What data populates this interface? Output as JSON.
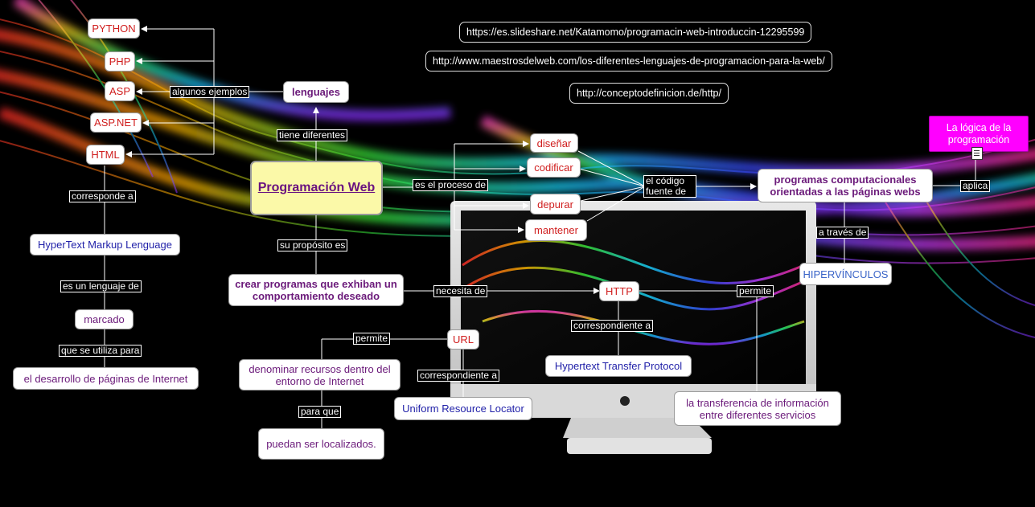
{
  "nodes": {
    "main": "Programación Web",
    "lenguajes": "lenguajes",
    "python": "PYTHON",
    "php": "PHP",
    "asp": "ASP",
    "aspnet": "ASP.NET",
    "html": "HTML",
    "hypertext_markup": "HyperText Markup Lenguage",
    "marcado": "marcado",
    "desarrollo": "el desarrollo de páginas de Internet",
    "disenar": "diseñar",
    "codificar": "codificar",
    "depurar": "depurar",
    "mantener": "mantener",
    "programas": "programas computacionales orientadas a las páginas webs",
    "logica": "La lógica de la programación",
    "hipervinculos": "HIPERVÍNCULOS",
    "crear": "crear programas que exhiban un comportamiento deseado",
    "http": "HTTP",
    "url": "URL",
    "hypertext_transfer": "Hypertext Transfer Protocol",
    "uniform": "Uniform Resource Locator",
    "denominar": "denominar recursos dentro del entorno de Internet",
    "localizados": "puedan ser localizados.",
    "transferencia": "la transferencia de información entre diferentes servicios"
  },
  "labels": {
    "algunos_ejemplos": "algunos ejemplos",
    "tiene_diferentes": "tiene diferentes",
    "corresponde_a": "corresponde a",
    "es_lenguaje": "es un lenguaje de",
    "que_se_utiliza": "que se utiliza para",
    "es_proceso": "es el proceso de",
    "codigo_fuente": "el código fuente de",
    "aplica": "aplica",
    "a_traves": "a través de",
    "su_proposito": "su propósito es",
    "necesita_de": "necesita de",
    "permite_http": "permite",
    "correspondiente_http": "correspondiente a",
    "permite_url": "permite",
    "correspondiente_url": "correspondiente a",
    "para_que": "para que"
  },
  "urls": {
    "slideshare": "https://es.slideshare.net/Katamomo/programacin-web-introduccin-12295599",
    "maestros": "http://www.maestrosdelweb.com/los-diferentes-lenguajes-de-programacion-para-la-web/",
    "concepto": "http://conceptodefinicion.de/http/"
  },
  "icons": {
    "document": "document-icon"
  },
  "colors": {
    "main_fill": "#fbf9a8",
    "title_purple": "#6a1380",
    "red_text": "#d01e1e",
    "blue_text": "#1f1fa8",
    "magenta_box": "#ff00ff"
  }
}
